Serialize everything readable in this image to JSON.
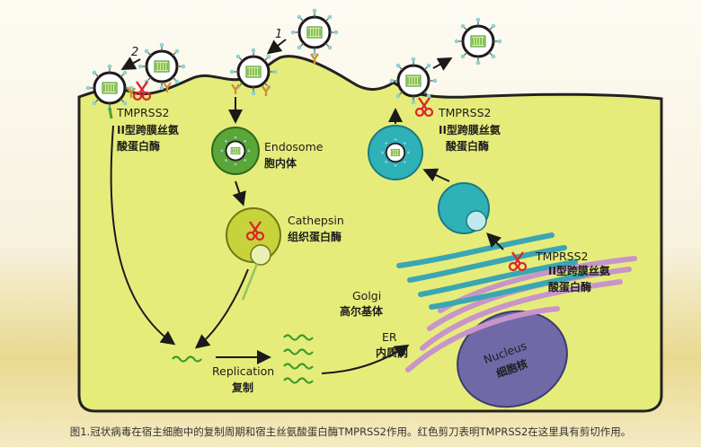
{
  "steps": {
    "one": "1",
    "two": "2"
  },
  "labels": {
    "tmprss2_left": "TMPRSS2",
    "tmprss2_left_cn_1": "II型跨膜丝氨",
    "tmprss2_left_cn_2": "酸蛋白酶",
    "endosome_en": "Endosome",
    "endosome_cn": "胞内体",
    "cathepsin_en": "Cathepsin",
    "cathepsin_cn": "组织蛋白酶",
    "tmprss2_right": "TMPRSS2",
    "tmprss2_right_cn_1": "II型跨膜丝氨",
    "tmprss2_right_cn_2": "酸蛋白酶",
    "tmprss2_golgi": "TMPRSS2",
    "tmprss2_golgi_cn_1": "II型跨膜丝氨",
    "tmprss2_golgi_cn_2": "酸蛋白酶",
    "golgi_en": "Golgi",
    "golgi_cn": "高尔基体",
    "er_en": "ER",
    "er_cn": "内质网",
    "nucleus_en": "Nucleus",
    "nucleus_cn": "细胞核",
    "replication_en": "Replication",
    "replication_cn": "复制"
  },
  "caption": "图1.冠状病毒在宿主细胞中的复制周期和宿主丝氨酸蛋白酶TMPRSS2作用。红色剪刀表明TMPRSS2在这里具有剪切作用。",
  "colors": {
    "cell_fill": "#e6ec7a",
    "cell_stroke": "#222222",
    "endosome": "#5aa637",
    "cathepsin_vesicle": "#c7d33a",
    "teal_vesicle": "#2fb1b8",
    "golgi": "#3aa6b3",
    "er": "#c895c9",
    "nucleus": "#6f69a8",
    "scissors": "#d8262d",
    "rna": "#3a9b2a"
  }
}
